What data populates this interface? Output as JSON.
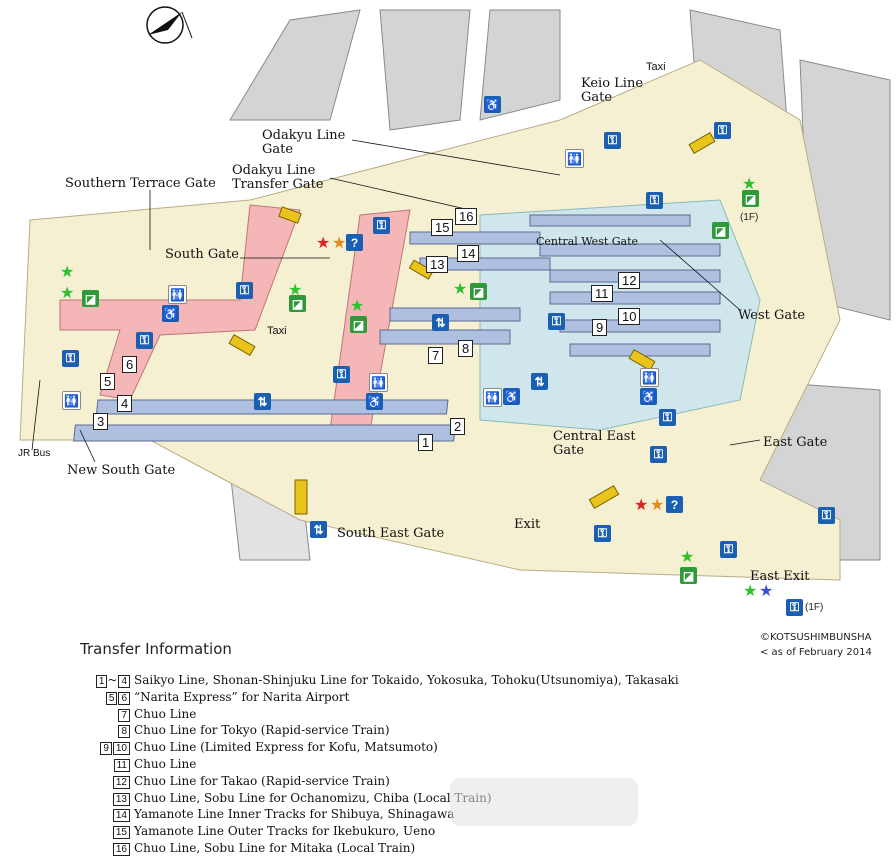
{
  "map": {
    "taxi_top": "Taxi",
    "taxi_south": "Taxi",
    "jr_bus": "JR Bus",
    "gates": [
      {
        "id": "keio-line-gate",
        "label": "Keio Line\nGate"
      },
      {
        "id": "odakyu-line-gate",
        "label": "Odakyu Line\nGate"
      },
      {
        "id": "odakyu-line-transfer-gate",
        "label": "Odakyu Line\nTransfer Gate"
      },
      {
        "id": "southern-terrace-gate",
        "label": "Southern Terrace Gate"
      },
      {
        "id": "south-gate",
        "label": "South Gate"
      },
      {
        "id": "central-west-gate",
        "label": "Central West Gate"
      },
      {
        "id": "west-gate",
        "label": "West Gate"
      },
      {
        "id": "central-east-gate",
        "label": "Central East\nGate"
      },
      {
        "id": "east-gate",
        "label": "East Gate"
      },
      {
        "id": "exit",
        "label": "Exit"
      },
      {
        "id": "south-east-gate",
        "label": "South East Gate"
      },
      {
        "id": "new-south-gate",
        "label": "New South Gate"
      },
      {
        "id": "east-exit",
        "label": "East Exit"
      }
    ],
    "platforms": [
      "1",
      "2",
      "3",
      "4",
      "5",
      "6",
      "7",
      "8",
      "9",
      "10",
      "11",
      "12",
      "13",
      "14",
      "15",
      "16"
    ],
    "floor_note_west": "(1F)",
    "floor_note_east": "(1F)",
    "colors": {
      "pink": "#f4b6b6",
      "blue": "#aebfe0",
      "lightblue": "#cfe6ec",
      "cream": "#f6f0d2",
      "grey": "#c9c9c9",
      "escalator": "#e8c41c"
    }
  },
  "credit": {
    "publisher": "©KOTSUSHIMBUNSHA",
    "date": "< as of February 2014"
  },
  "transfer": {
    "title": "Transfer Information",
    "rows": [
      {
        "nums": [
          "1",
          "~",
          "4"
        ],
        "text": "Saikyo Line, Shonan-Shinjuku Line for Tokaido, Yokosuka, Tohoku(Utsunomiya), Takasaki"
      },
      {
        "nums": [
          "5",
          "6"
        ],
        "text": "“Narita Express” for Narita Airport"
      },
      {
        "nums": [
          "7"
        ],
        "text": "Chuo Line"
      },
      {
        "nums": [
          "8"
        ],
        "text": "Chuo Line for Tokyo (Rapid-service Train)"
      },
      {
        "nums": [
          "9",
          "10"
        ],
        "text": "Chuo Line  (Limited Express for Kofu, Matsumoto)"
      },
      {
        "nums": [
          "11"
        ],
        "text": "Chuo Line"
      },
      {
        "nums": [
          "12"
        ],
        "text": "Chuo Line  for Takao (Rapid-service Train)"
      },
      {
        "nums": [
          "13"
        ],
        "text": "Chuo Line, Sobu Line for Ochanomizu, Chiba (Local Train)"
      },
      {
        "nums": [
          "14"
        ],
        "text": "Yamanote Line Inner Tracks for Shibuya, Shinagawa"
      },
      {
        "nums": [
          "15"
        ],
        "text": "Yamanote Line Outer Tracks for Ikebukuro, Ueno"
      },
      {
        "nums": [
          "16"
        ],
        "text": "Chuo Line, Sobu Line for Mitaka (Local Train)"
      }
    ]
  }
}
